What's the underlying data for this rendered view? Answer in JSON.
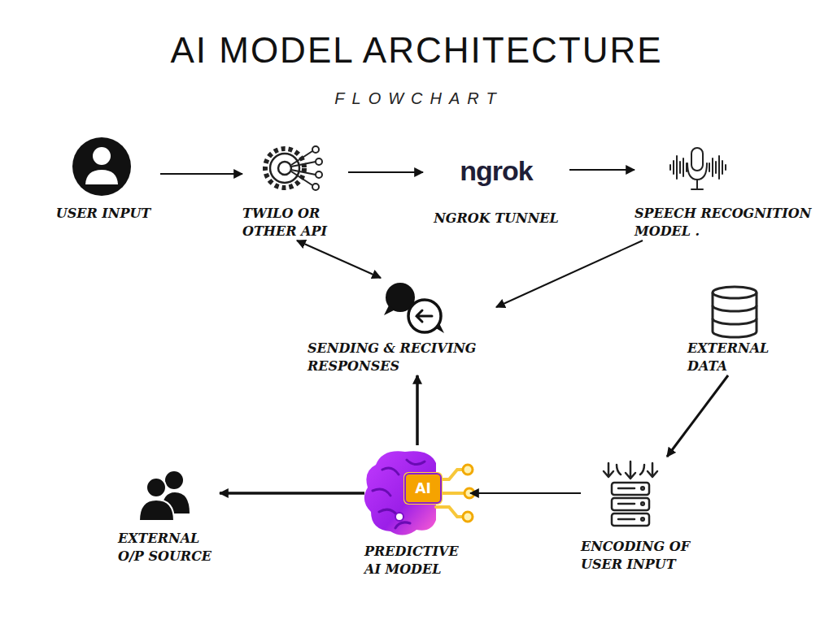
{
  "diagram": {
    "title": "AI MODEL ARCHITECTURE",
    "nodes": [
      {
        "text": [
          "USER INPUT"
        ]
      },
      {
        "text": [
          "TWILO OR OTHER API"
        ]
      },
      {
        "text": [
          "ngrok",
          "NGROK TUNNEL"
        ]
      },
      {
        "text": [
          "SPEECH RECOGNITION MODEL ."
        ]
      },
      {
        "text": [
          "SENDING & RECIVING RESPONSES"
        ]
      },
      {
        "text": [
          "EXTERNAL DATA"
        ]
      },
      {
        "text": [
          "EXTERNAL O/P SOURCE"
        ]
      },
      {
        "text": [
          "AI",
          "PREDICTIVE AI MODEL"
        ]
      },
      {
        "text": [
          "ENCODING OF USER INPUT"
        ]
      }
    ],
    "edges": [
      {
        "from": 0,
        "to": 1,
        "arrow": "to"
      },
      {
        "from": 1,
        "to": 2,
        "arrow": "to"
      },
      {
        "from": 2,
        "to": 3,
        "arrow": "to"
      },
      {
        "from": 3,
        "to": 4,
        "arrow": "to"
      },
      {
        "from": 1,
        "to": 4,
        "arrow": "both"
      },
      {
        "from": 5,
        "to": 8,
        "arrow": "to"
      },
      {
        "from": 8,
        "to": 7,
        "arrow": "to"
      },
      {
        "from": 7,
        "to": 4,
        "arrow": "to"
      },
      {
        "from": 7,
        "to": 6,
        "arrow": "to"
      }
    ],
    "labels": [
      "FLOWCHART"
    ]
  }
}
